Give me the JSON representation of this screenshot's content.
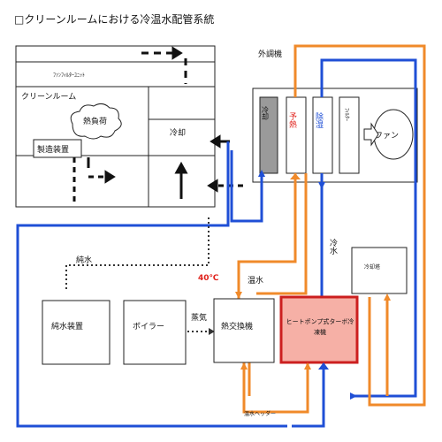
{
  "title": "□クリーンルームにおける冷温水配管系統",
  "labels": {
    "outdoor_unit": "外調機",
    "fan_filter_unit": "ﾌｧﾝﾌｨﾙﾀｰﾕﾆｯﾄ",
    "clean_room": "クリーンルーム",
    "heat_source": "熱負荷",
    "manufacturing_equipment": "製造装置",
    "cooling_coil": "冷却",
    "preheat": "予熱",
    "dehumidify": "除湿",
    "filter": "ﾌｨﾙﾀｰ",
    "fan": "ファン",
    "chilled_water": "冷水",
    "pure_water": "純水",
    "temp_40": "40℃",
    "hot_water": "温水",
    "cooling_tower": "冷却塔",
    "pure_water_device": "純水装置",
    "boiler": "ボイラー",
    "steam": "蒸気",
    "heat_exchanger": "熱交換機",
    "heat_pump_chiller": "ヒートポンプ式ターボ冷凍機",
    "hot_water_header": "温水ヘッダー"
  },
  "colors": {
    "chilled_pipe": "#1f4fd6",
    "hot_pipe": "#f08a2a",
    "chiller_fill": "#f6b0a6",
    "chiller_border": "#cc1f1f",
    "temp_text": "#e0221c",
    "preheat_text": "#e0221c",
    "dehumidify_text": "#1f4fd6"
  }
}
